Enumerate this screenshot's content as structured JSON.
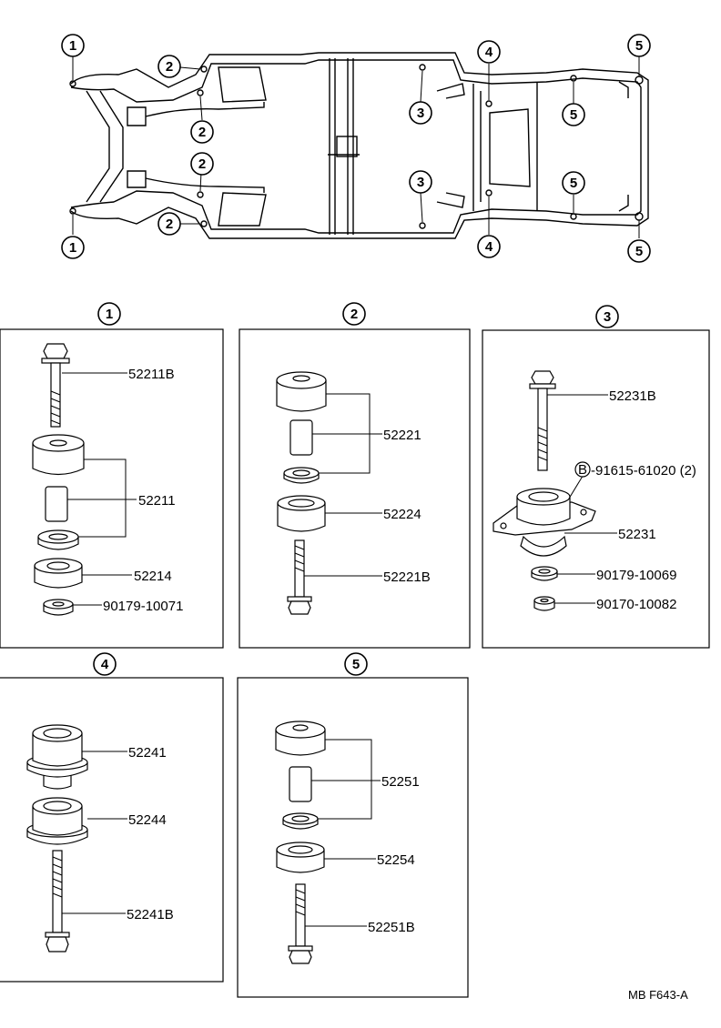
{
  "frame_markers": [
    "1",
    "2",
    "3",
    "4",
    "5"
  ],
  "panels": [
    {
      "marker": "1",
      "parts": [
        {
          "id": "p1a",
          "label": "52211B"
        },
        {
          "id": "p1b",
          "label": "52211"
        },
        {
          "id": "p1c",
          "label": "52214"
        },
        {
          "id": "p1d",
          "label": "90179-10071"
        }
      ]
    },
    {
      "marker": "2",
      "parts": [
        {
          "id": "p2a",
          "label": "52221"
        },
        {
          "id": "p2b",
          "label": "52224"
        },
        {
          "id": "p2c",
          "label": "52221B"
        }
      ]
    },
    {
      "marker": "3",
      "parts": [
        {
          "id": "p3a",
          "label": "52231B"
        },
        {
          "id": "p3b",
          "label": "B",
          "note": "-91615-61020 (2)"
        },
        {
          "id": "p3c",
          "label": "52231"
        },
        {
          "id": "p3d",
          "label": "90179-10069"
        },
        {
          "id": "p3e",
          "label": "90170-10082"
        }
      ]
    },
    {
      "marker": "4",
      "parts": [
        {
          "id": "p4a",
          "label": "52241"
        },
        {
          "id": "p4b",
          "label": "52244"
        },
        {
          "id": "p4c",
          "label": "52241B"
        }
      ]
    },
    {
      "marker": "5",
      "parts": [
        {
          "id": "p5a",
          "label": "52251"
        },
        {
          "id": "p5b",
          "label": "52254"
        },
        {
          "id": "p5c",
          "label": "52251B"
        }
      ]
    }
  ],
  "footer": "MB  F643-A"
}
